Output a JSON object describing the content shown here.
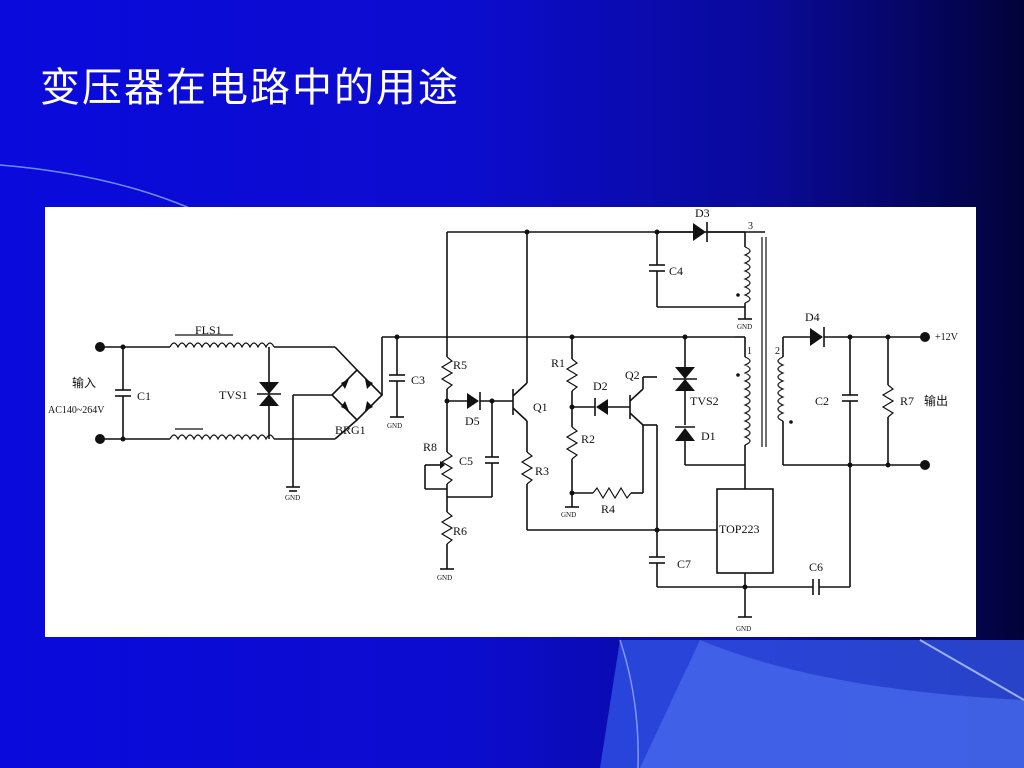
{
  "slide": {
    "title": "变压器在电路中的用途"
  },
  "schematic": {
    "input_label": "输入",
    "input_voltage": "AC140~264V",
    "output_label": "输出",
    "output_voltage": "+12V",
    "gnd": "GND",
    "components": {
      "fls1": "FLS1",
      "c1": "C1",
      "tvs1": "TVS1",
      "brg1": "BRG1",
      "c3": "C3",
      "r5": "R5",
      "d5": "D5",
      "q1": "Q1",
      "r8": "R8",
      "c5": "C5",
      "r6": "R6",
      "r3": "R3",
      "r1": "R1",
      "d2": "D2",
      "q2": "Q2",
      "r2": "R2",
      "r4": "R4",
      "tvs2": "TVS2",
      "d1": "D1",
      "d3": "D3",
      "c4": "C4",
      "d4": "D4",
      "c2": "C2",
      "r7": "R7",
      "top223": "TOP223",
      "c7": "C7",
      "c6": "C6"
    },
    "pins": {
      "p1": "1",
      "p2": "2",
      "p3": "3"
    }
  }
}
